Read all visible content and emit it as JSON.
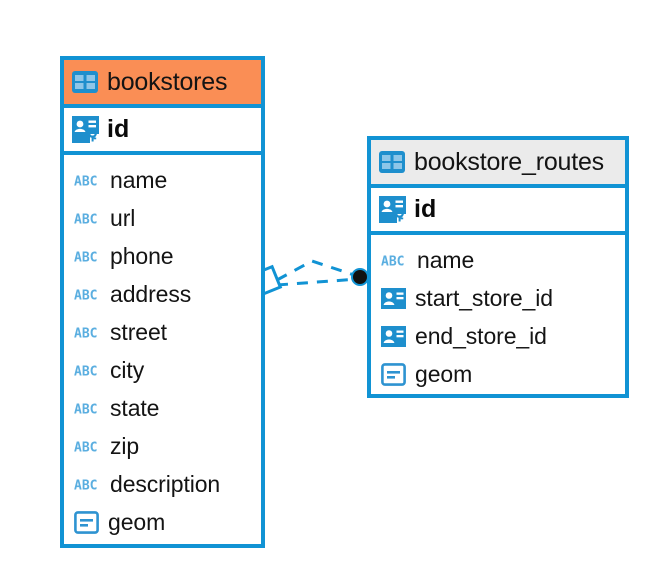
{
  "diagram": {
    "type": "entity-relationship-diagram",
    "colors": {
      "border_blue": "#1193D4",
      "header_accent_orange": "#FA8E55",
      "header_plain_gray": "#EBEBEB",
      "icon_blue": "#1E8FCD",
      "abc_icon_blue": "#5AAEE0",
      "text_black": "#141414",
      "connector_blue": "#1193D4",
      "connector_dot": "#111111",
      "background": "#FFFFFF"
    }
  },
  "tables": [
    {
      "name": "bookstores",
      "header_icon": "table-icon",
      "header_style": "accent",
      "primary_key": {
        "name": "id",
        "icon": "primary-key-icon"
      },
      "columns": [
        {
          "name": "name",
          "icon": "abc-text-icon"
        },
        {
          "name": "url",
          "icon": "abc-text-icon"
        },
        {
          "name": "phone",
          "icon": "abc-text-icon"
        },
        {
          "name": "address",
          "icon": "abc-text-icon"
        },
        {
          "name": "street",
          "icon": "abc-text-icon"
        },
        {
          "name": "city",
          "icon": "abc-text-icon"
        },
        {
          "name": "state",
          "icon": "abc-text-icon"
        },
        {
          "name": "zip",
          "icon": "abc-text-icon"
        },
        {
          "name": "description",
          "icon": "abc-text-icon"
        },
        {
          "name": "geom",
          "icon": "geometry-icon"
        }
      ]
    },
    {
      "name": "bookstore_routes",
      "header_icon": "table-icon",
      "header_style": "plain",
      "primary_key": {
        "name": "id",
        "icon": "primary-key-icon"
      },
      "columns": [
        {
          "name": "name",
          "icon": "abc-text-icon"
        },
        {
          "name": "start_store_id",
          "icon": "foreign-key-icon"
        },
        {
          "name": "end_store_id",
          "icon": "foreign-key-icon"
        },
        {
          "name": "geom",
          "icon": "geometry-icon"
        }
      ]
    }
  ],
  "relationship": {
    "from_table": "bookstores",
    "to_table": "bookstore_routes",
    "line_style": "dashed",
    "source_marker": "diamond-outline",
    "target_marker": "filled-circle"
  },
  "icon_glyphs": {
    "abc_text": "ABC"
  }
}
